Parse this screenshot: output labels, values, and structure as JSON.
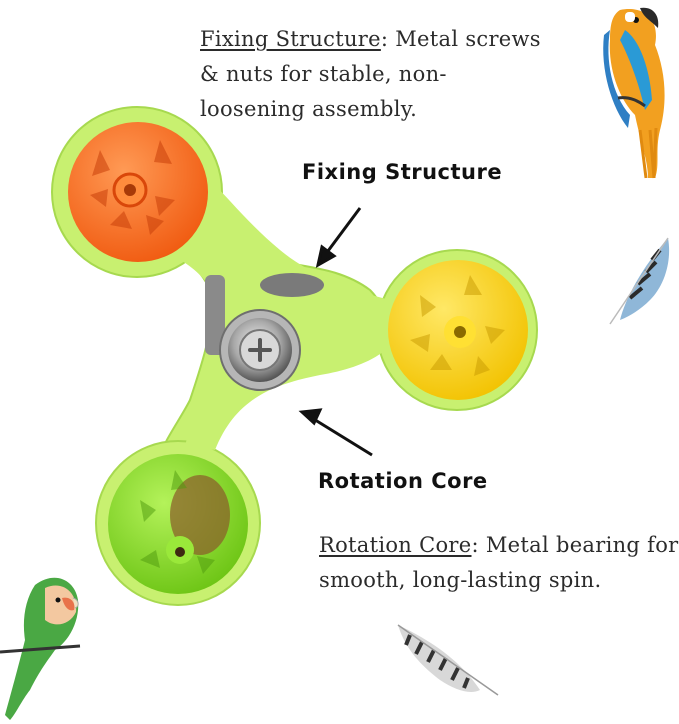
{
  "top_description": {
    "term": "Fixing Structure",
    "separator": ":",
    "line1_rest": " Metal screws",
    "line2": "& nuts for stable, non-",
    "line3": "loosening assembly."
  },
  "callouts": {
    "fixing": "Fixing Structure",
    "rotation": "Rotation Core"
  },
  "bottom_description": {
    "term": "Rotation Core",
    "separator": ":",
    "line1_rest": " Metal bearing for",
    "line2": "smooth, long-lasting spin."
  },
  "colors": {
    "spinner_body": "#c8f070",
    "spinner_outline": "#a7d94f",
    "ball_orange": "#ff7a2e",
    "ball_yellow": "#ffd61a",
    "ball_green": "#8fe02a",
    "bearing_metal": "#9a9a9a"
  },
  "icons": {
    "top_right": "macaw-parrot-icon",
    "right": "blue-feather-icon",
    "bottom_left": "lovebird-parrot-icon",
    "bottom": "striped-feather-icon"
  }
}
